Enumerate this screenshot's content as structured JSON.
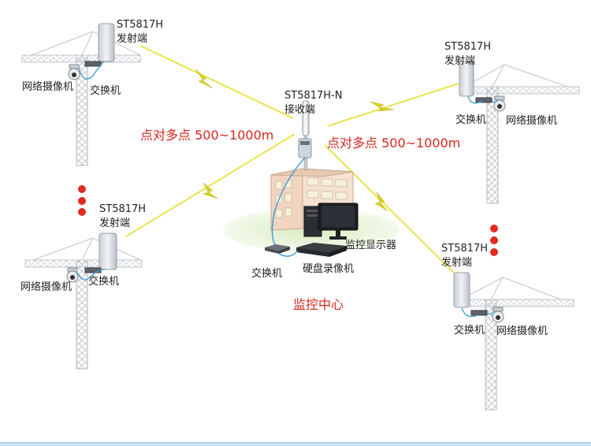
{
  "colors": {
    "wireless_link": "#e8e23a",
    "bolt": "#d9d21f",
    "tower": "#b4b9be",
    "cable": "#3a9ad9",
    "label_red": "#d8261d",
    "dot_red": "#e22a1f",
    "grass": "#e6f2d6"
  },
  "center": {
    "model": "ST5817H-N",
    "role": "接收端",
    "link_left": "点对多点 500~1000m",
    "link_right": "点对多点 500~1000m",
    "switch": "交换机",
    "dvr": "硬盘录像机",
    "monitor": "监控显示器",
    "title": "监控中心"
  },
  "nodes": {
    "top_left": {
      "model": "ST5817H",
      "role": "发射端",
      "camera": "网络摄像机",
      "switch": "交换机"
    },
    "top_right": {
      "model": "ST5817H",
      "role": "发射端",
      "camera": "网络摄像机",
      "switch": "交换机"
    },
    "mid_left": {
      "model": "ST5817H",
      "role": "发射端",
      "camera": "网络摄像机",
      "switch": "交换机"
    },
    "bottom_right": {
      "model": "ST5817H",
      "role": "发射端",
      "camera": "网络摄像机",
      "switch": "交换机"
    }
  },
  "icons": {
    "tower": "tower-crane-icon",
    "transmitter": "antenna-panel-icon",
    "camera": "dome-camera-icon",
    "switch": "network-switch-icon",
    "receiver": "omni-antenna-icon",
    "building": "building-icon",
    "monitor": "monitor-icon",
    "dvr": "dvr-icon",
    "more": "more-dots-icon"
  }
}
